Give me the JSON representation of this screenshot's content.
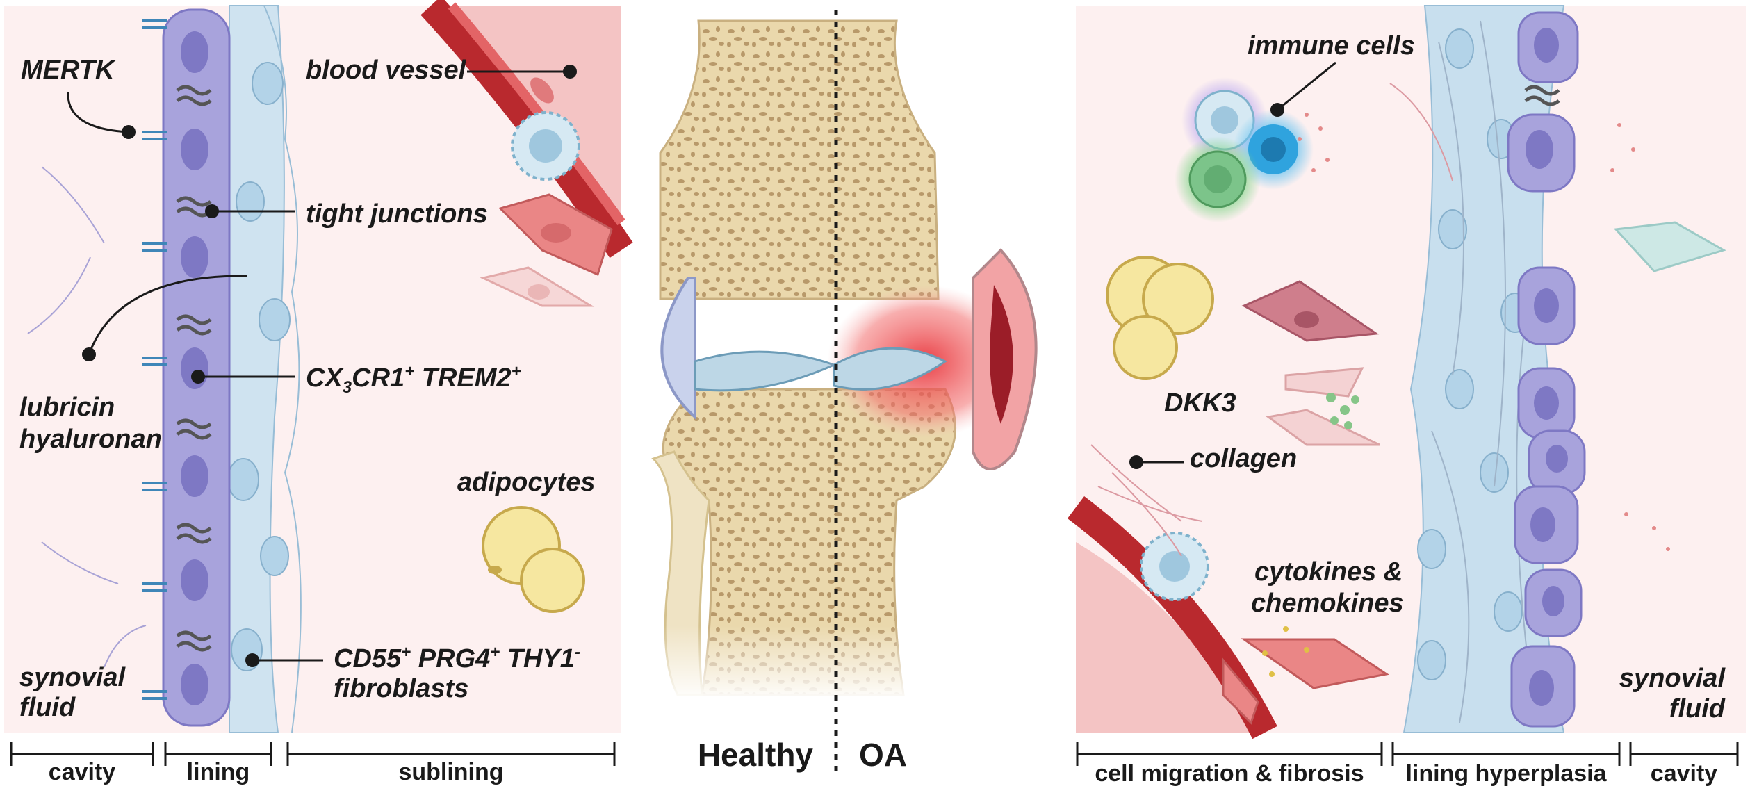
{
  "left_panel": {
    "labels": {
      "mertk": "MERTK",
      "blood_vessel": "blood vessel",
      "tight_junctions": "tight junctions",
      "lubricin": "lubricin",
      "hyaluronan": "hyaluronan",
      "cx3cr1_a": "CX",
      "cx3cr1_sub": "3",
      "cx3cr1_b": "CR1",
      "plus": "+",
      "trem2": " TREM2",
      "adipocytes": "adipocytes",
      "synovial": "synovial",
      "fluid": "fluid",
      "cd55": "CD55",
      "prg4": " PRG4",
      "thy1": " THY1",
      "minus": "-",
      "fibroblasts": "fibroblasts"
    },
    "axis": [
      "cavity",
      "lining",
      "sublining"
    ]
  },
  "center": {
    "healthy": "Healthy",
    "oa": "OA"
  },
  "right_panel": {
    "labels": {
      "immune_cells": "immune cells",
      "dkk3": "DKK3",
      "collagen": "collagen",
      "cytokines": "cytokines &",
      "chemokines": "chemokines",
      "synovial": "synovial",
      "fluid": "fluid"
    },
    "axis": [
      "cell migration & fibrosis",
      "lining hyperplasia",
      "cavity"
    ]
  },
  "colors": {
    "panel_bg": "#fdf0f0",
    "macrophage": "#a8a3dc",
    "fibroblast": "#c8dfee",
    "vessel": "#c0383a",
    "adipocyte": "#f6e7a0",
    "bone": "#e9d6aa",
    "inflammation": "#e8353c"
  }
}
